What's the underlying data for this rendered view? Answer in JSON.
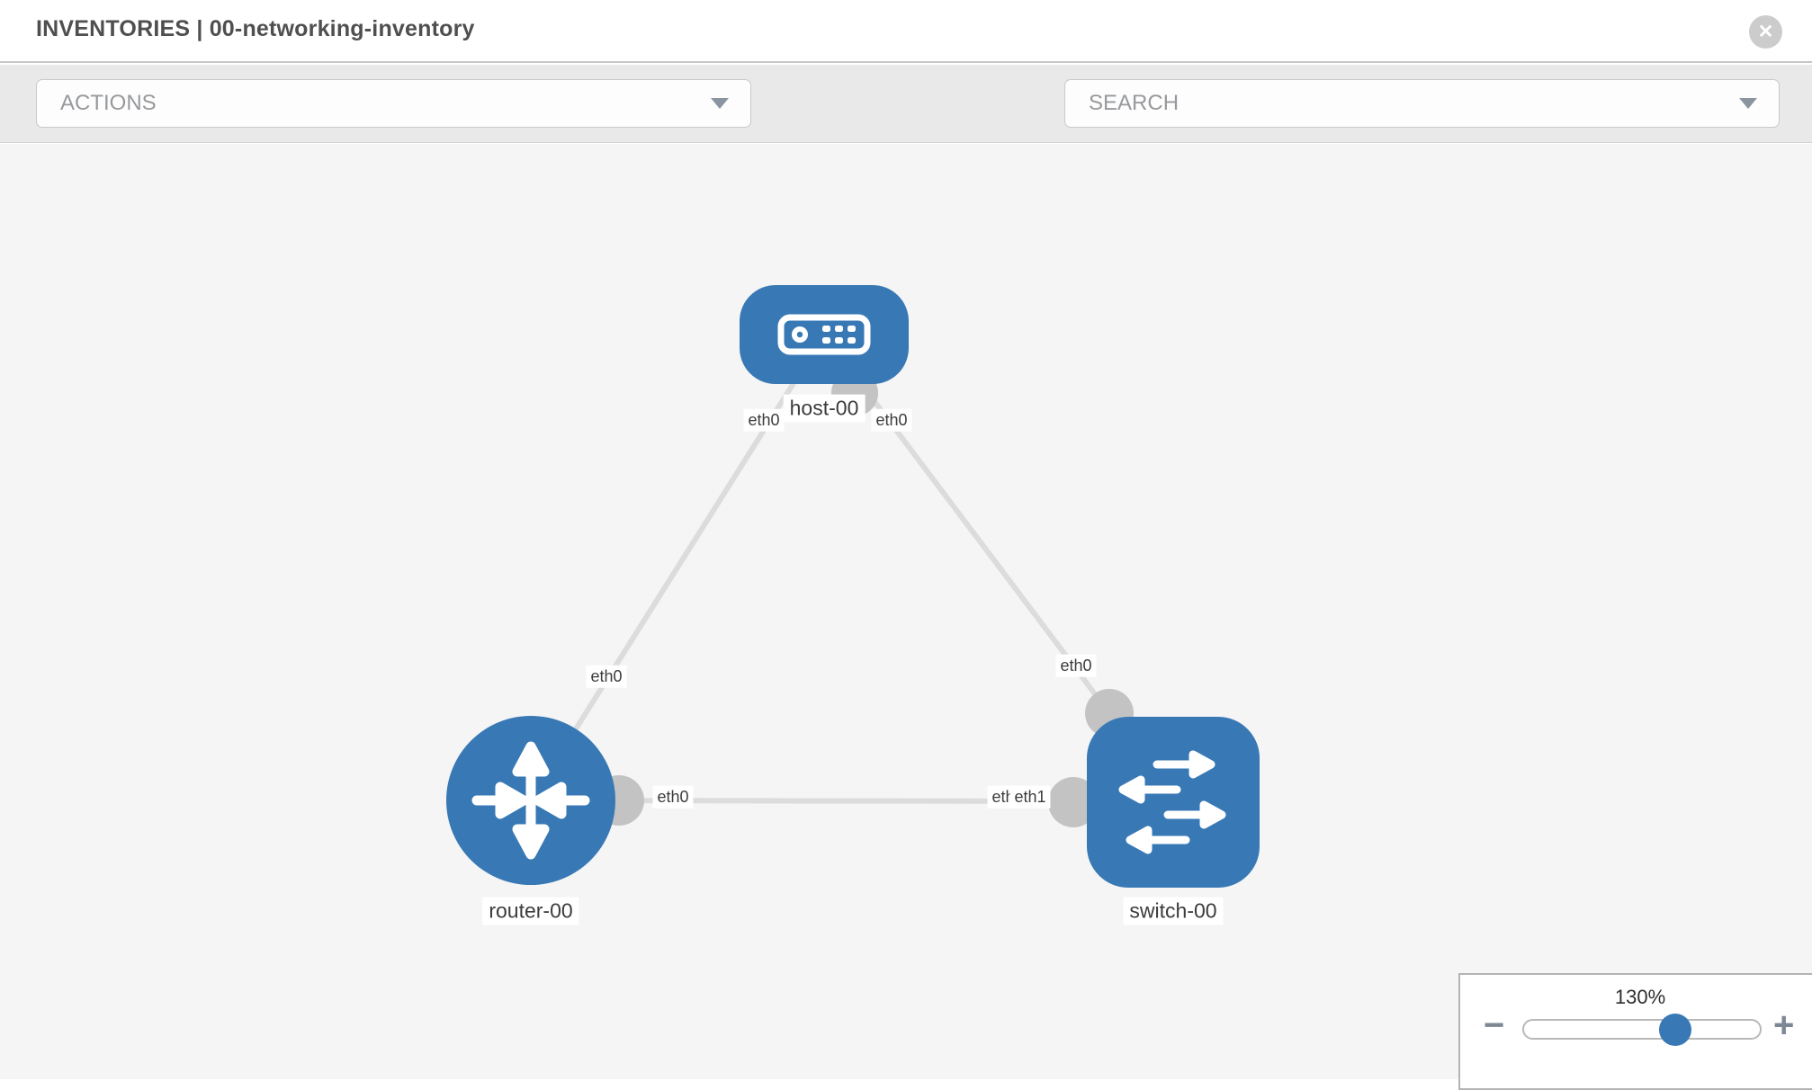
{
  "header": {
    "title": "INVENTORIES | 00-networking-inventory"
  },
  "toolbar": {
    "actions": {
      "label": "ACTIONS"
    },
    "search": {
      "placeholder": "SEARCH"
    },
    "icons": [
      "wrench-icon",
      "key-icon"
    ]
  },
  "topology": {
    "nodes": [
      {
        "id": "host-00",
        "type": "host",
        "label": "host-00"
      },
      {
        "id": "router-00",
        "type": "router",
        "label": "router-00"
      },
      {
        "id": "switch-00",
        "type": "switch",
        "label": "switch-00"
      }
    ],
    "links": [
      {
        "from": "host-00",
        "from_interface": "eth0",
        "to": "router-00",
        "to_interface": "eth0"
      },
      {
        "from": "host-00",
        "from_interface": "eth0",
        "to": "switch-00",
        "to_interface": "eth0"
      },
      {
        "from": "router-00",
        "from_interface": "eth0",
        "to": "switch-00",
        "to_interface": "eth1"
      }
    ],
    "interface_labels": [
      {
        "label": "eth0",
        "node": "host-00",
        "link": "host-00/router-00"
      },
      {
        "label": "eth0",
        "node": "host-00",
        "link": "host-00/switch-00"
      },
      {
        "label": "eth0",
        "node": "router-00",
        "link": "host-00/router-00"
      },
      {
        "label": "eth0",
        "node": "switch-00",
        "link": "host-00/switch-00"
      },
      {
        "label": "eth0",
        "node": "router-00",
        "link": "router-00/switch-00"
      },
      {
        "label": "eth0",
        "node": "switch-00",
        "link": "router-00/switch-00"
      },
      {
        "label": "eth1",
        "node": "switch-00",
        "link": "router-00/switch-00"
      }
    ]
  },
  "zoom_control": {
    "value": "130%",
    "zoom_out_label": "−",
    "zoom_in_label": "+",
    "slider_percent": 64
  },
  "colors": {
    "node_blue": "#3879b5",
    "link_gray": "#dcdcdc",
    "interface_gray": "#c3c3c3",
    "canvas_bg": "#f5f5f5",
    "toolbar_bg": "#e9e9e9"
  }
}
